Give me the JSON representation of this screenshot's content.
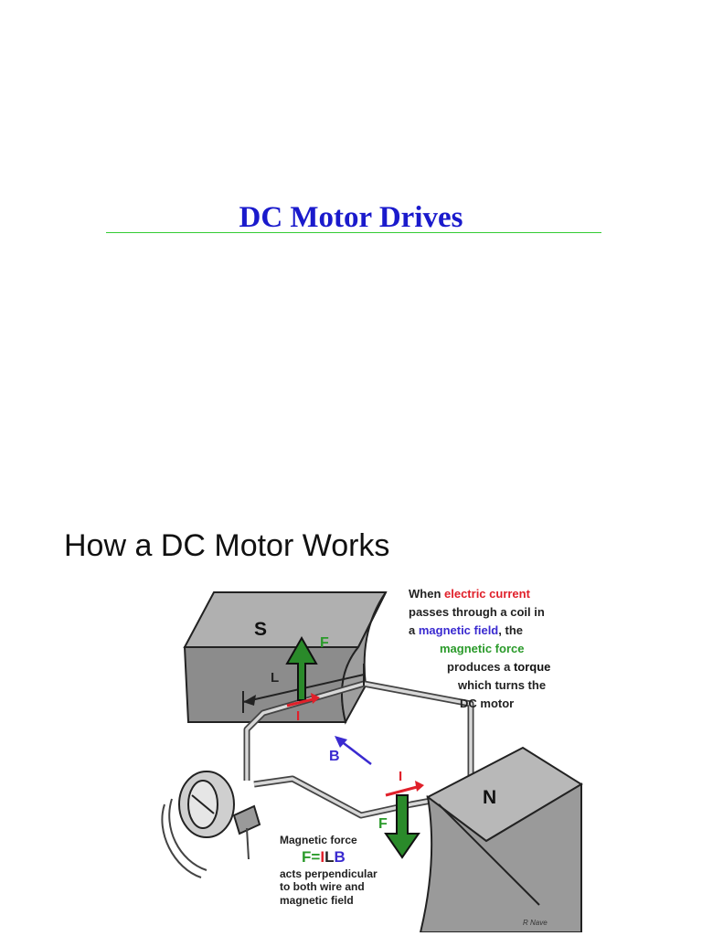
{
  "document": {
    "title": "DC Motor Drives",
    "section_heading": "How a DC Motor Works"
  },
  "colors": {
    "title_text": "#1a1acc",
    "title_rule": "#33cc33",
    "electric_current": "#e0202a",
    "magnetic_field": "#3a2ad0",
    "magnetic_force": "#2a9a2a"
  },
  "diagram": {
    "pole_south": "S",
    "pole_north": "N",
    "force_label_top": "F",
    "force_label_bottom": "F",
    "length_label": "L",
    "current_label_top": "I",
    "current_label_bottom": "I",
    "field_label": "B",
    "description": {
      "line1_prefix": "When ",
      "line1_highlight": "electric current",
      "line2": "passes through a  coil in",
      "line3_prefix": "a ",
      "line3_highlight": "magnetic field",
      "line3_suffix": ", the",
      "line4_highlight": "magnetic force",
      "line5_prefix": "produces a ",
      "line5_bold": "torque",
      "line6": "which turns the",
      "line7": "DC motor"
    },
    "force_caption": {
      "heading": "Magnetic force",
      "formula_f": "F",
      "formula_eq": "=",
      "formula_i": "I",
      "formula_l": "L",
      "formula_b": "B",
      "line1": "acts perpendicular",
      "line2": "to both wire and",
      "line3": "magnetic field"
    },
    "signature": "R Nave"
  }
}
